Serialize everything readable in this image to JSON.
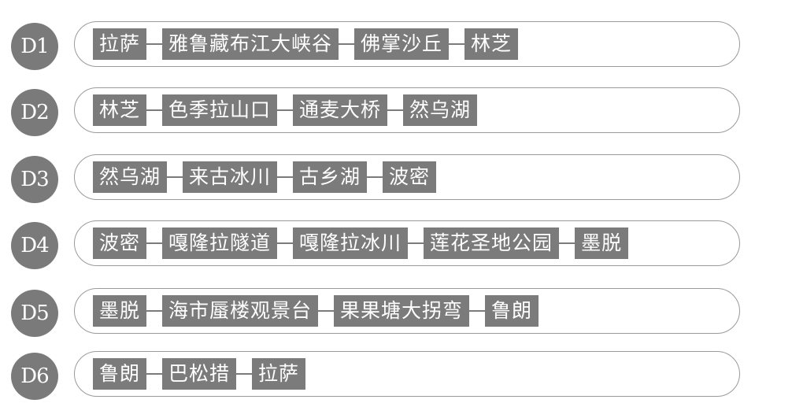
{
  "days": [
    {
      "label": "D1",
      "stops": [
        "拉萨",
        "雅鲁藏布江大峡谷",
        "佛掌沙丘",
        "林芝"
      ]
    },
    {
      "label": "D2",
      "stops": [
        "林芝",
        "色季拉山口",
        "通麦大桥",
        "然乌湖"
      ]
    },
    {
      "label": "D3",
      "stops": [
        "然乌湖",
        "来古冰川",
        "古乡湖",
        "波密"
      ]
    },
    {
      "label": "D4",
      "stops": [
        "波密",
        "嘎隆拉隧道",
        "嘎隆拉冰川",
        "莲花圣地公园",
        "墨脱"
      ]
    },
    {
      "label": "D5",
      "stops": [
        "墨脱",
        "海市蜃楼观景台",
        "果果塘大拐弯",
        "鲁朗"
      ]
    },
    {
      "label": "D6",
      "stops": [
        "鲁朗",
        "巴松措",
        "拉萨"
      ]
    }
  ]
}
